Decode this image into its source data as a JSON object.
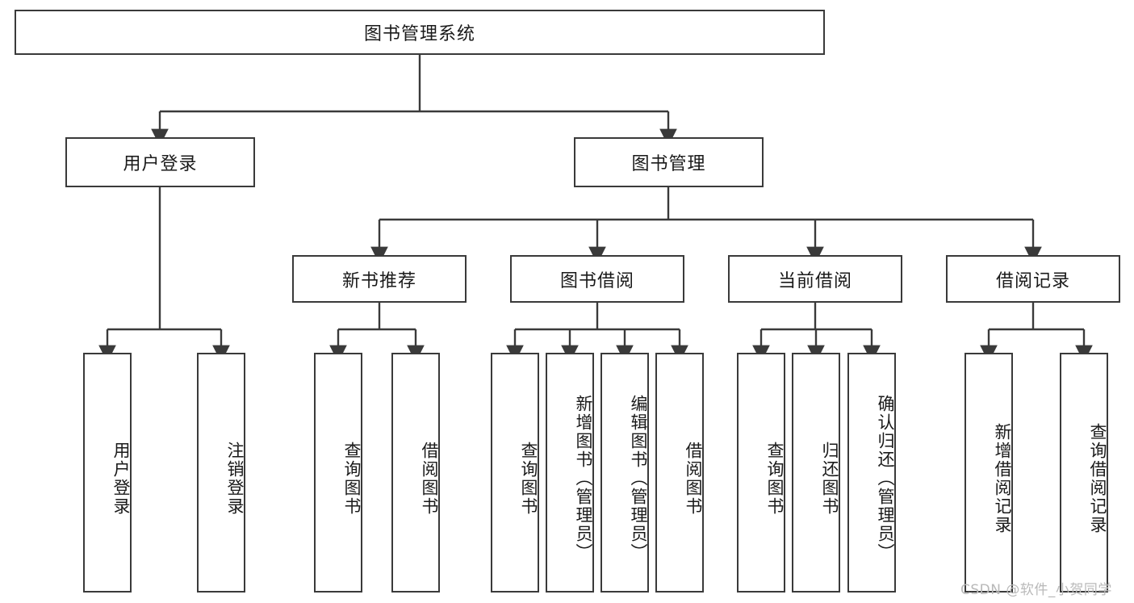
{
  "diagram": {
    "title": "图书管理系统",
    "type": "hierarchy-tree",
    "orientation": "top-down",
    "colors": {
      "border": "#3a3a3a",
      "background": "#ffffff",
      "text": "#1a1a1a",
      "watermark": "#b9b9b9"
    },
    "root": {
      "label": "图书管理系统"
    },
    "level2": [
      {
        "label": "用户登录"
      },
      {
        "label": "图书管理"
      }
    ],
    "level3": [
      {
        "label": "新书推荐"
      },
      {
        "label": "图书借阅"
      },
      {
        "label": "当前借阅"
      },
      {
        "label": "借阅记录"
      }
    ],
    "leaves": {
      "user_login": [
        {
          "label": "用户登录"
        },
        {
          "label": "注销登录"
        }
      ],
      "new_book_recommend": [
        {
          "label": "查询图书"
        },
        {
          "label": "借阅图书"
        }
      ],
      "book_borrow": [
        {
          "label": "查询图书"
        },
        {
          "label": "新增图书（管理员）"
        },
        {
          "label": "编辑图书（管理员）"
        },
        {
          "label": "借阅图书"
        }
      ],
      "current_borrow": [
        {
          "label": "查询图书"
        },
        {
          "label": "归还图书"
        },
        {
          "label": "确认归还（管理员）"
        }
      ],
      "borrow_record": [
        {
          "label": "新增借阅记录"
        },
        {
          "label": "查询借阅记录"
        }
      ]
    }
  },
  "watermark": {
    "text": "CSDN @软件_小贺同学"
  }
}
